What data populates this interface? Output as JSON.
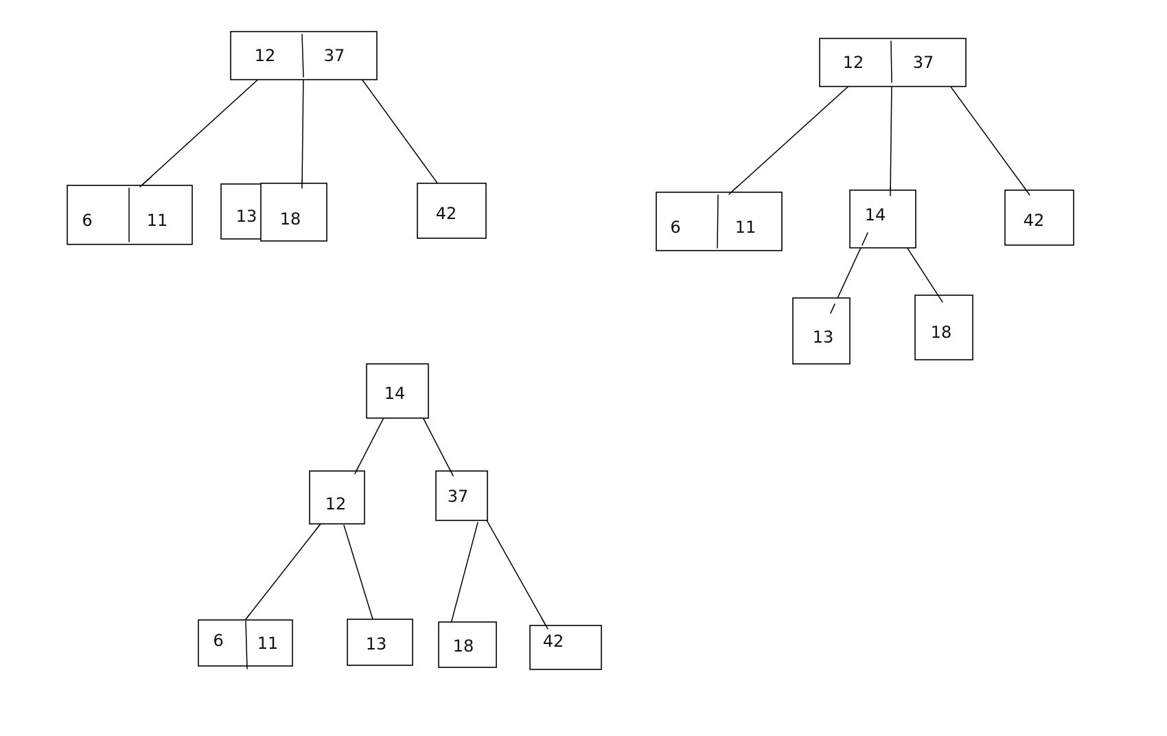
{
  "diagrams": [
    {
      "nodes": [
        {
          "id": "a_root",
          "keys": [
            "12",
            "37"
          ]
        },
        {
          "id": "a_6_11",
          "keys": [
            "6",
            "11"
          ]
        },
        {
          "id": "a_13",
          "keys": [
            "13"
          ]
        },
        {
          "id": "a_18",
          "keys": [
            "18"
          ]
        },
        {
          "id": "a_42",
          "keys": [
            "42"
          ]
        }
      ]
    },
    {
      "nodes": [
        {
          "id": "b_root",
          "keys": [
            "12",
            "37"
          ]
        },
        {
          "id": "b_6_11",
          "keys": [
            "6",
            "11"
          ]
        },
        {
          "id": "b_14",
          "keys": [
            "14"
          ]
        },
        {
          "id": "b_42",
          "keys": [
            "42"
          ]
        },
        {
          "id": "b_13",
          "keys": [
            "13"
          ]
        },
        {
          "id": "b_18",
          "keys": [
            "18"
          ]
        }
      ]
    },
    {
      "nodes": [
        {
          "id": "c_14",
          "keys": [
            "14"
          ]
        },
        {
          "id": "c_12",
          "keys": [
            "12"
          ]
        },
        {
          "id": "c_37",
          "keys": [
            "37"
          ]
        },
        {
          "id": "c_6_11",
          "keys": [
            "6",
            "11"
          ]
        },
        {
          "id": "c_13",
          "keys": [
            "13"
          ]
        },
        {
          "id": "c_18",
          "keys": [
            "18"
          ]
        },
        {
          "id": "c_42",
          "keys": [
            "42"
          ]
        }
      ]
    }
  ]
}
